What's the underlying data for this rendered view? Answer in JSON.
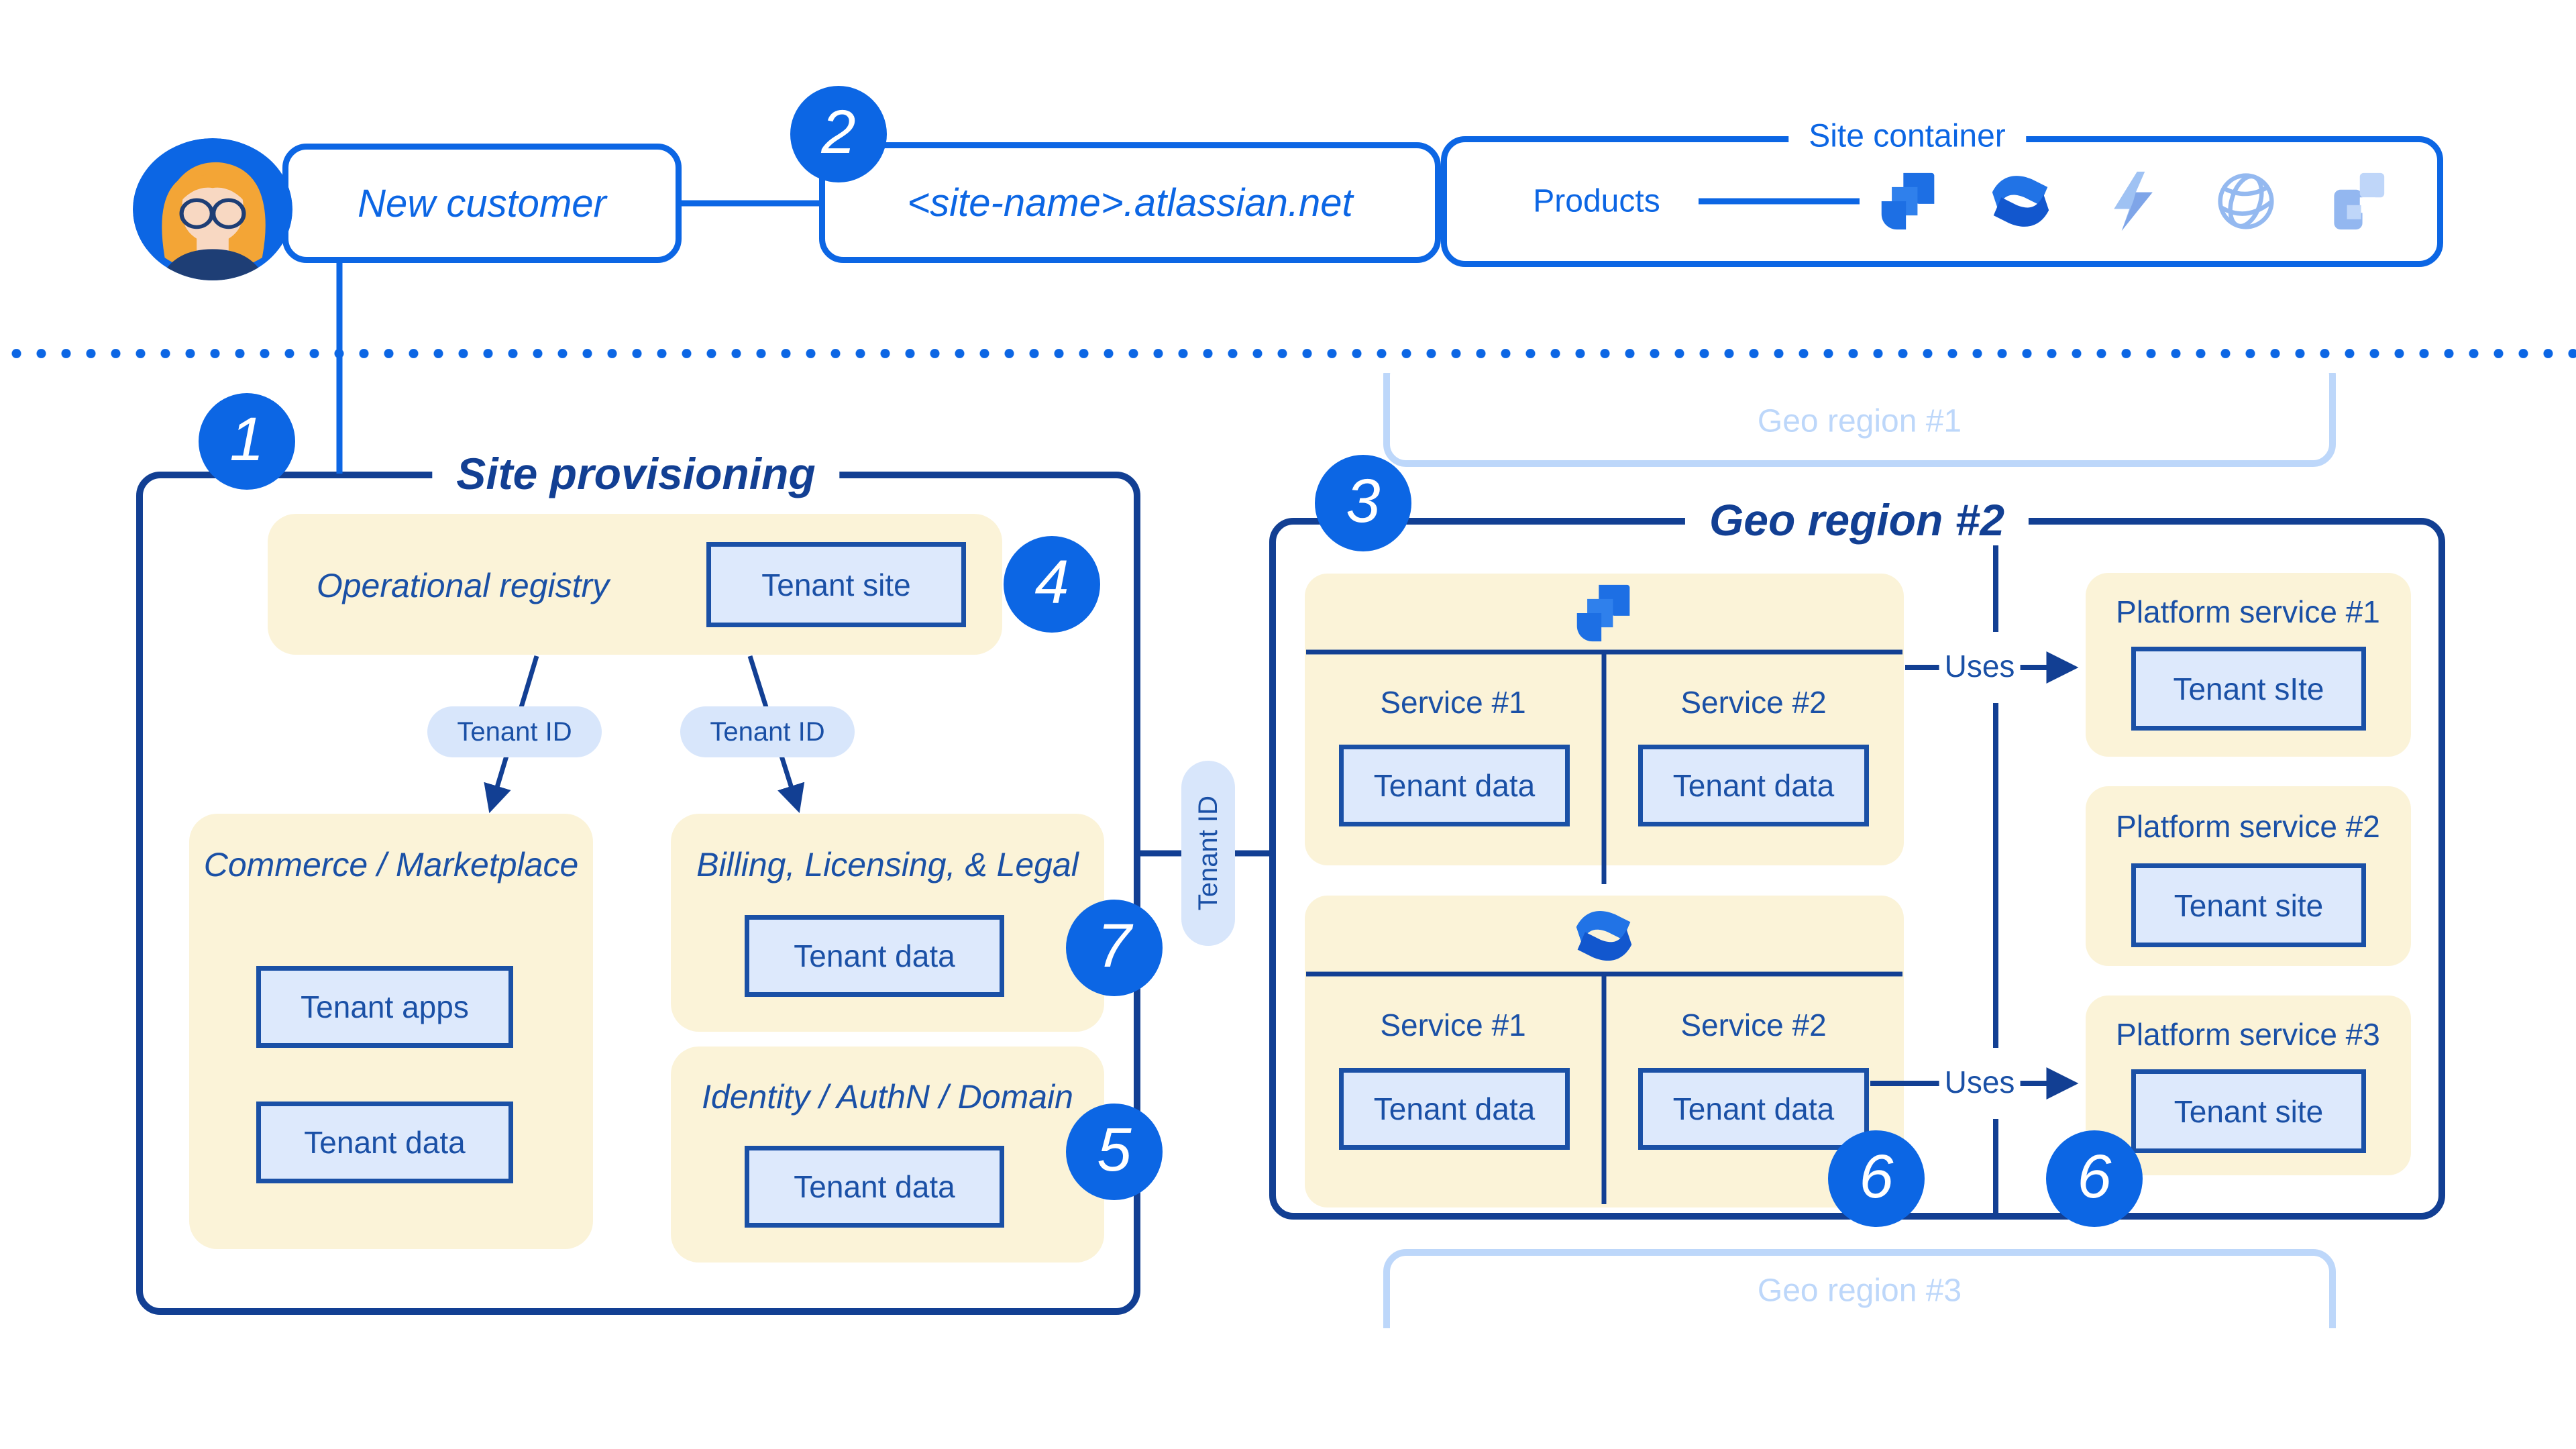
{
  "palette": {
    "bright_blue": "#0C66E4",
    "navy_line": "#123F93",
    "navy_text": "#1A50A6",
    "cream_panel": "#FBF3D8",
    "tenant_box_fill": "#DDE9FC",
    "pill_fill": "#D8E6FB",
    "pale_region": "#BDD7FA"
  },
  "header": {
    "new_customer": "New customer",
    "site_name": "<site-name>.atlassian.net",
    "site_container": "Site container",
    "products": "Products",
    "product_icons": [
      "jira-icon",
      "confluence-icon",
      "bolt-icon",
      "globe-icon",
      "squares-icon"
    ],
    "avatar": "customer-avatar"
  },
  "badges": {
    "b1": "1",
    "b2": "2",
    "b3": "3",
    "b4": "4",
    "b5": "5",
    "b6a": "6",
    "b6b": "6",
    "b7": "7"
  },
  "sp": {
    "title": "Site provisioning",
    "registry": {
      "title": "Operational registry",
      "tenant_site": "Tenant site"
    },
    "tenant_id_left": "Tenant ID",
    "tenant_id_right": "Tenant ID",
    "tenant_id_link": "Tenant ID",
    "commerce": {
      "title": "Commerce / Marketplace",
      "tenant_apps": "Tenant apps",
      "tenant_data": "Tenant data"
    },
    "billing": {
      "title": "Billing, Licensing, & Legal",
      "tenant_data": "Tenant data"
    },
    "identity": {
      "title": "Identity / AuthN / Domain",
      "tenant_data": "Tenant data"
    }
  },
  "geo": {
    "region1": "Geo region #1",
    "region2": {
      "title": "Geo region #2",
      "jira": {
        "icon": "jira-icon",
        "service1": "Service #1",
        "service2": "Service #2",
        "tenant_data1": "Tenant data",
        "tenant_data2": "Tenant data"
      },
      "confluence": {
        "icon": "confluence-icon",
        "service1": "Service #1",
        "service2": "Service #2",
        "tenant_data1": "Tenant data",
        "tenant_data2": "Tenant data"
      },
      "uses1": "Uses",
      "uses2": "Uses",
      "platforms": [
        {
          "title": "Platform service #1",
          "tenant": "Tenant sIte"
        },
        {
          "title": "Platform service #2",
          "tenant": "Tenant site"
        },
        {
          "title": "Platform service #3",
          "tenant": "Tenant site"
        }
      ]
    },
    "region3": "Geo region #3"
  }
}
